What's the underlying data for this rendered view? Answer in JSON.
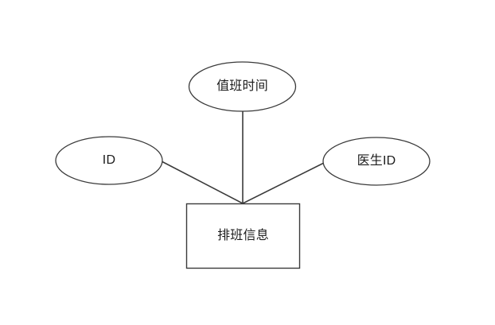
{
  "diagram": {
    "type": "er-diagram",
    "title": "",
    "background_color": "#ffffff",
    "stroke_color": "#3a3a3a",
    "text_color": "#1c1c1c",
    "entity": {
      "label": "排班信息",
      "shape": "rectangle"
    },
    "attributes": [
      {
        "label": "值班时间",
        "shape": "ellipse",
        "position": "top"
      },
      {
        "label": "ID",
        "shape": "ellipse",
        "position": "left"
      },
      {
        "label": "医生ID",
        "shape": "ellipse",
        "position": "right"
      }
    ],
    "connectors": [
      {
        "from": "值班时间",
        "to": "排班信息"
      },
      {
        "from": "ID",
        "to": "排班信息"
      },
      {
        "from": "医生ID",
        "to": "排班信息"
      }
    ]
  }
}
